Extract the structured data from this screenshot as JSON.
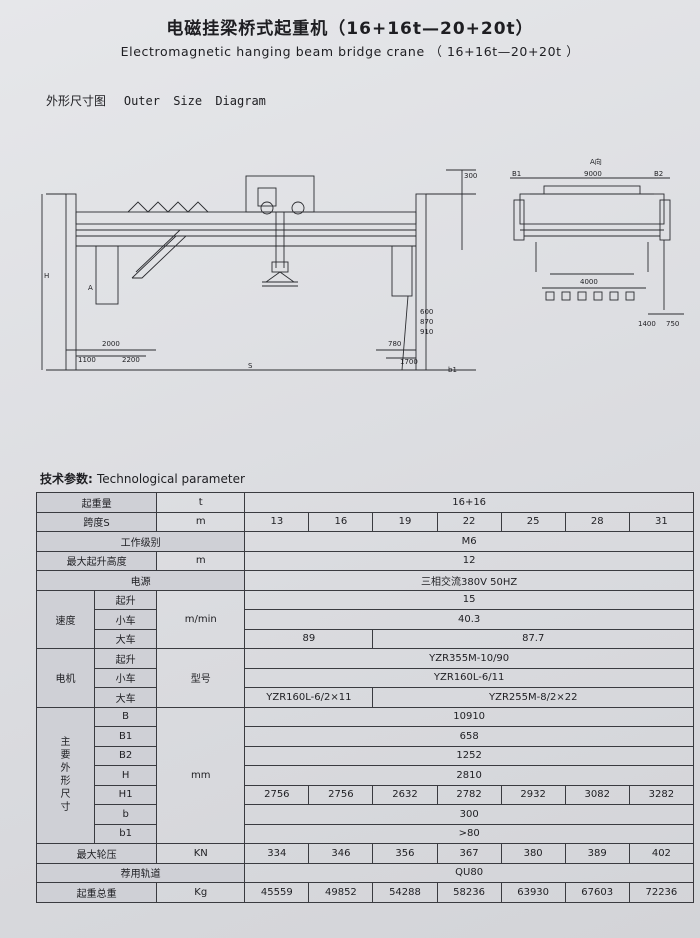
{
  "title_cn": "电磁挂梁桥式起重机（16+16t—20+20t）",
  "title_en": "Electromagnetic hanging beam bridge crane （ 16+16t—20+20t ）",
  "diagram": {
    "heading_cn": "外形尺寸图",
    "heading_en": "Outer Size Diagram",
    "labels": {
      "h": "H",
      "a": "A",
      "s": "S",
      "b1": "b1",
      "d2000": "2000",
      "d1100": "1100",
      "d2200": "2200",
      "d300": "300",
      "d600": "600",
      "d870": "870",
      "d910": "910",
      "d780": "780",
      "d1700": "1700",
      "side_a": "A向",
      "side_b1": "B1",
      "side_9000": "9000",
      "side_b2": "B2",
      "side_4000": "4000",
      "side_1400": "1400",
      "side_750": "750"
    }
  },
  "params": {
    "heading_cn": "技术参数:",
    "heading_en": "Technological parameter",
    "lifting_capacity": {
      "label": "起重量",
      "unit": "t",
      "value": "16+16"
    },
    "span": {
      "label": "跨度S",
      "unit": "m",
      "values": [
        "13",
        "16",
        "19",
        "22",
        "25",
        "28",
        "31"
      ]
    },
    "work_class": {
      "label": "工作级别",
      "value": "M6"
    },
    "max_lift_height": {
      "label": "最大起升高度",
      "unit": "m",
      "value": "12"
    },
    "power": {
      "label": "电源",
      "value": "三相交流380V  50HZ"
    },
    "speed": {
      "label": "速度",
      "unit": "m/min",
      "hoist": {
        "label": "起升",
        "value": "15"
      },
      "trolley": {
        "label": "小车",
        "value": "40.3"
      },
      "crane": {
        "label": "大车",
        "value_a": "89",
        "value_b": "87.7"
      }
    },
    "motor": {
      "label": "电机",
      "unit": "型号",
      "hoist": {
        "label": "起升",
        "value": "YZR355M-10/90"
      },
      "trolley": {
        "label": "小车",
        "value": "YZR160L-6/11"
      },
      "crane": {
        "label": "大车",
        "value_a": "YZR160L-6/2×11",
        "value_b": "YZR255M-8/2×22"
      }
    },
    "dims": {
      "label_chars": [
        "主",
        "要",
        "外",
        "形",
        "尺",
        "寸"
      ],
      "unit": "mm",
      "B": {
        "label": "B",
        "value": "10910"
      },
      "B1": {
        "label": "B1",
        "value": "658"
      },
      "B2": {
        "label": "B2",
        "value": "1252"
      },
      "H": {
        "label": "H",
        "value": "2810"
      },
      "H1": {
        "label": "H1",
        "values": [
          "2756",
          "2756",
          "2632",
          "2782",
          "2932",
          "3082",
          "3282"
        ]
      },
      "b": {
        "label": "b",
        "value": "300"
      },
      "b1": {
        "label": "b1",
        "value": ">80"
      }
    },
    "max_wheel_load": {
      "label": "最大轮压",
      "unit": "KN",
      "values": [
        "334",
        "346",
        "356",
        "367",
        "380",
        "389",
        "402"
      ]
    },
    "rail": {
      "label": "荐用轨道",
      "value": "QU80"
    },
    "total_weight": {
      "label": "起重总重",
      "unit": "Kg",
      "values": [
        "45559",
        "49852",
        "54288",
        "58236",
        "63930",
        "67603",
        "72236"
      ]
    }
  }
}
